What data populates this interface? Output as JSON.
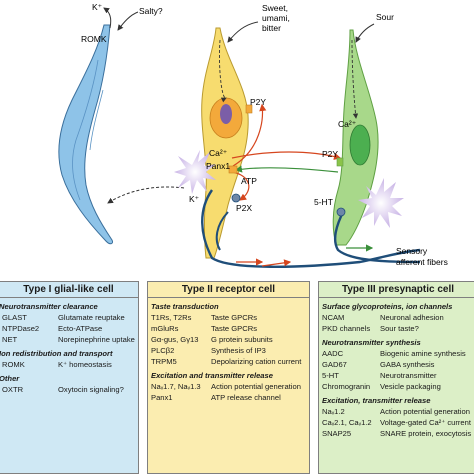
{
  "diagram": {
    "k_top": "K⁺",
    "salty": "Salty?",
    "romk": "ROMK",
    "sweet": "Sweet,",
    "umami": "umami,",
    "bitter": "bitter",
    "sour": "Sour",
    "p2y_left": "P2Y",
    "p2y_right": "P2Y",
    "ca_left": "Ca²⁺",
    "ca_right": "Ca²⁺",
    "panx1": "Panx1",
    "atp": "ATP",
    "p2x": "P2X",
    "k_mid": "K⁺",
    "ht5": "5-HT",
    "sensory": "Sensory",
    "afferent": "afferent fibers"
  },
  "type1": {
    "title": "Type I glial-like cell",
    "sec1": "Neurotransmitter clearance",
    "rows1": [
      [
        "GLAST",
        "Glutamate reuptake"
      ],
      [
        "NTPDase2",
        "Ecto-ATPase"
      ],
      [
        "NET",
        "Norepinephrine uptake"
      ]
    ],
    "sec2": "Ion redistribution and transport",
    "rows2": [
      [
        "ROMK",
        "K⁺ homeostasis"
      ]
    ],
    "sec3": "Other",
    "rows3": [
      [
        "OXTR",
        "Oxytocin signaling?"
      ]
    ]
  },
  "type2": {
    "title": "Type II receptor cell",
    "sec1": "Taste transduction",
    "rows1": [
      [
        "T1Rs, T2Rs",
        "Taste GPCRs"
      ],
      [
        "mGluRs",
        "Taste GPCRs"
      ],
      [
        "Gα-gus, Gγ13",
        "G protein subunits"
      ],
      [
        "PLCβ2",
        "Synthesis of IP3"
      ],
      [
        "TRPM5",
        "Depolarizing cation current"
      ]
    ],
    "sec2": "Excitation and transmitter release",
    "rows2": [
      [
        "Naᵥ1.7, Naᵥ1.3",
        "Action potential generation"
      ],
      [
        "Panx1",
        "ATP release channel"
      ]
    ]
  },
  "type3": {
    "title": "Type III presynaptic cell",
    "sec1": "Surface glycoproteins, ion channels",
    "rows1": [
      [
        "NCAM",
        "Neuronal adhesion"
      ],
      [
        "PKD channels",
        "Sour taste?"
      ]
    ],
    "sec2": "Neurotransmitter synthesis",
    "rows2": [
      [
        "AADC",
        "Biogenic amine synthesis"
      ],
      [
        "GAD67",
        "GABA synthesis"
      ],
      [
        "5-HT",
        "Neurotransmitter"
      ],
      [
        "Chromogranin",
        "Vesicle packaging"
      ]
    ],
    "sec3": "Excitation, transmitter release",
    "rows3": [
      [
        "Naᵥ1.2",
        "Action potential generation"
      ],
      [
        "Caᵥ2.1, Caᵥ1.2",
        "Voltage-gated Ca²⁺ current"
      ],
      [
        "SNAP25",
        "SNARE protein, exocytosis"
      ]
    ]
  },
  "colors": {
    "type1_cell": "#8ec3e8",
    "type2_cell": "#f7dc6f",
    "type3_cell": "#a8d88a",
    "nerve": "#1f4e79",
    "red_arrow": "#d6461e",
    "green_arrow": "#3a8f3a"
  }
}
